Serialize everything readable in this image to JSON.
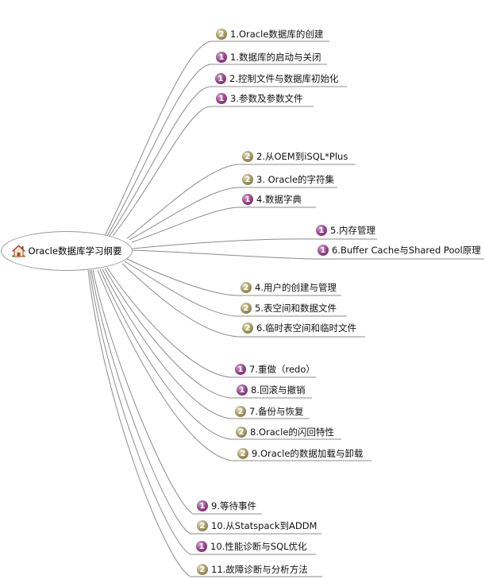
{
  "root": {
    "label": "Oracle数据库学习纲要",
    "icon": "house-icon"
  },
  "colors": {
    "line": "#8c8c8c",
    "priority1": "#8a3f7f",
    "priority2": "#9c9468"
  },
  "nodes": [
    {
      "priority": "2",
      "label": "1.Oracle数据库的创建"
    },
    {
      "priority": "1",
      "label": "1.数据库的启动与关闭"
    },
    {
      "priority": "1",
      "label": "2.控制文件与数据库初始化"
    },
    {
      "priority": "1",
      "label": "3.参数及参数文件"
    },
    {
      "priority": "2",
      "label": "2.从OEM到iSQL*Plus"
    },
    {
      "priority": "2",
      "label": "3. Oracle的字符集"
    },
    {
      "priority": "1",
      "label": "4.数据字典"
    },
    {
      "priority": "1",
      "label": "5.内存管理"
    },
    {
      "priority": "1",
      "label": "6.Buffer Cache与Shared Pool原理"
    },
    {
      "priority": "2",
      "label": "4.用户的创建与管理"
    },
    {
      "priority": "2",
      "label": "5.表空间和数据文件"
    },
    {
      "priority": "2",
      "label": "6.临时表空间和临时文件"
    },
    {
      "priority": "1",
      "label": "7.重做（redo）"
    },
    {
      "priority": "1",
      "label": "8.回滚与撤销"
    },
    {
      "priority": "2",
      "label": "7.备份与恢复"
    },
    {
      "priority": "2",
      "label": "8.Oracle的闪回特性"
    },
    {
      "priority": "2",
      "label": "9.Oracle的数据加载与卸载"
    },
    {
      "priority": "1",
      "label": "9.等待事件"
    },
    {
      "priority": "2",
      "label": "10.从Statspack到ADDM"
    },
    {
      "priority": "1",
      "label": "10.性能诊断与SQL优化"
    },
    {
      "priority": "2",
      "label": "11.故障诊断与分析方法"
    }
  ]
}
